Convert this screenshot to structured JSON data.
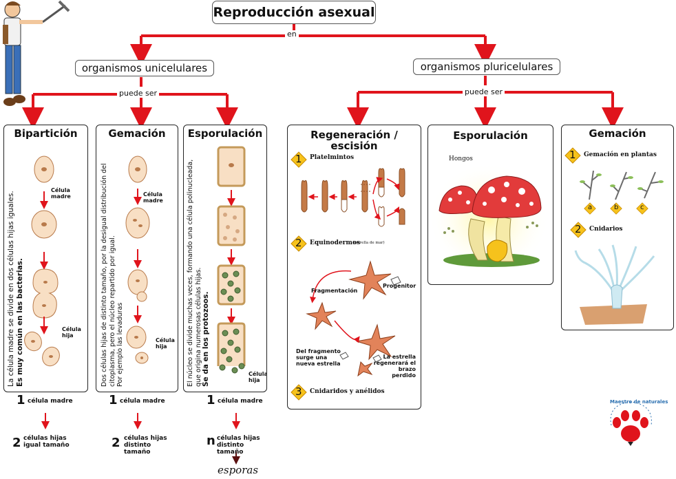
{
  "title": "Reproducción asexual",
  "connector_en": "en",
  "unicelular": {
    "label": "organismos unicelulares",
    "connector": "puede ser"
  },
  "pluricelular": {
    "label": "organismos pluricelulares",
    "connector": "puede ser"
  },
  "biparticion": {
    "title": "Bipartición",
    "description_1": "La célula madre se divide en dos células hijas iguales.",
    "description_2": "Es muy común en las bacterias.",
    "label_madre": "Célula madre",
    "label_hija": "Célula hija",
    "count_from": "1",
    "count_from_label": "célula madre",
    "count_to": "2",
    "count_to_label": "células hijas igual tamaño"
  },
  "gemacion_uni": {
    "title": "Gemación",
    "description_1": "Dos células hijas de distinto tamaño, por la desigual distribución del citoplasma, pero el núcleo repartido por igual.",
    "description_2": "Por ejemplo las levaduras",
    "label_madre": "Célula madre",
    "label_hija": "Célula hija",
    "count_from": "1",
    "count_from_label": "célula madre",
    "count_to": "2",
    "count_to_label": "células hijas distinto tamaño"
  },
  "esporulacion_uni": {
    "title": "Esporulación",
    "description_1": "El núcleo se divide muchas veces, formando una célula polinucleada, que origina numerosas células hijas.",
    "description_2": "Se da en los protozoos.",
    "label_hija": "Célula hija",
    "count_from": "1",
    "count_from_label": "célula madre",
    "count_to": "n",
    "count_to_label": "células hijas distinto tamaño",
    "result": "esporas"
  },
  "regeneracion": {
    "title": "Regeneración / escisión",
    "items": [
      {
        "num": "1",
        "label": "Platelmintos"
      },
      {
        "num": "2",
        "label": "Equinodermos",
        "note": "(estrella de mar)"
      },
      {
        "num": "3",
        "label": "Cnidaridos y anélidos"
      }
    ],
    "labels": {
      "progenitor": "Progenitor",
      "fragmentacion": "Fragmentación",
      "fragmento": "Del fragmento surge una nueva estrella",
      "regenera": "La estrella regenerará el brazo perdido"
    }
  },
  "esporulacion_pluri": {
    "title": "Esporulación",
    "label": "Hongos"
  },
  "gemacion_pluri": {
    "title": "Gemación",
    "items": [
      {
        "num": "1",
        "label": "Gemación en plantas"
      },
      {
        "num": "2",
        "label": "Cnidarios"
      }
    ],
    "sublabels": [
      "a",
      "b",
      "c"
    ]
  },
  "logo": {
    "text": "Maestro de naturales"
  },
  "colors": {
    "arrow": "#e0141c",
    "cell_fill": "#f8dfc4",
    "cell_nucleus": "#b87a4b",
    "badge": "#f6c21c",
    "mushroom_cap": "#e23b3b"
  }
}
